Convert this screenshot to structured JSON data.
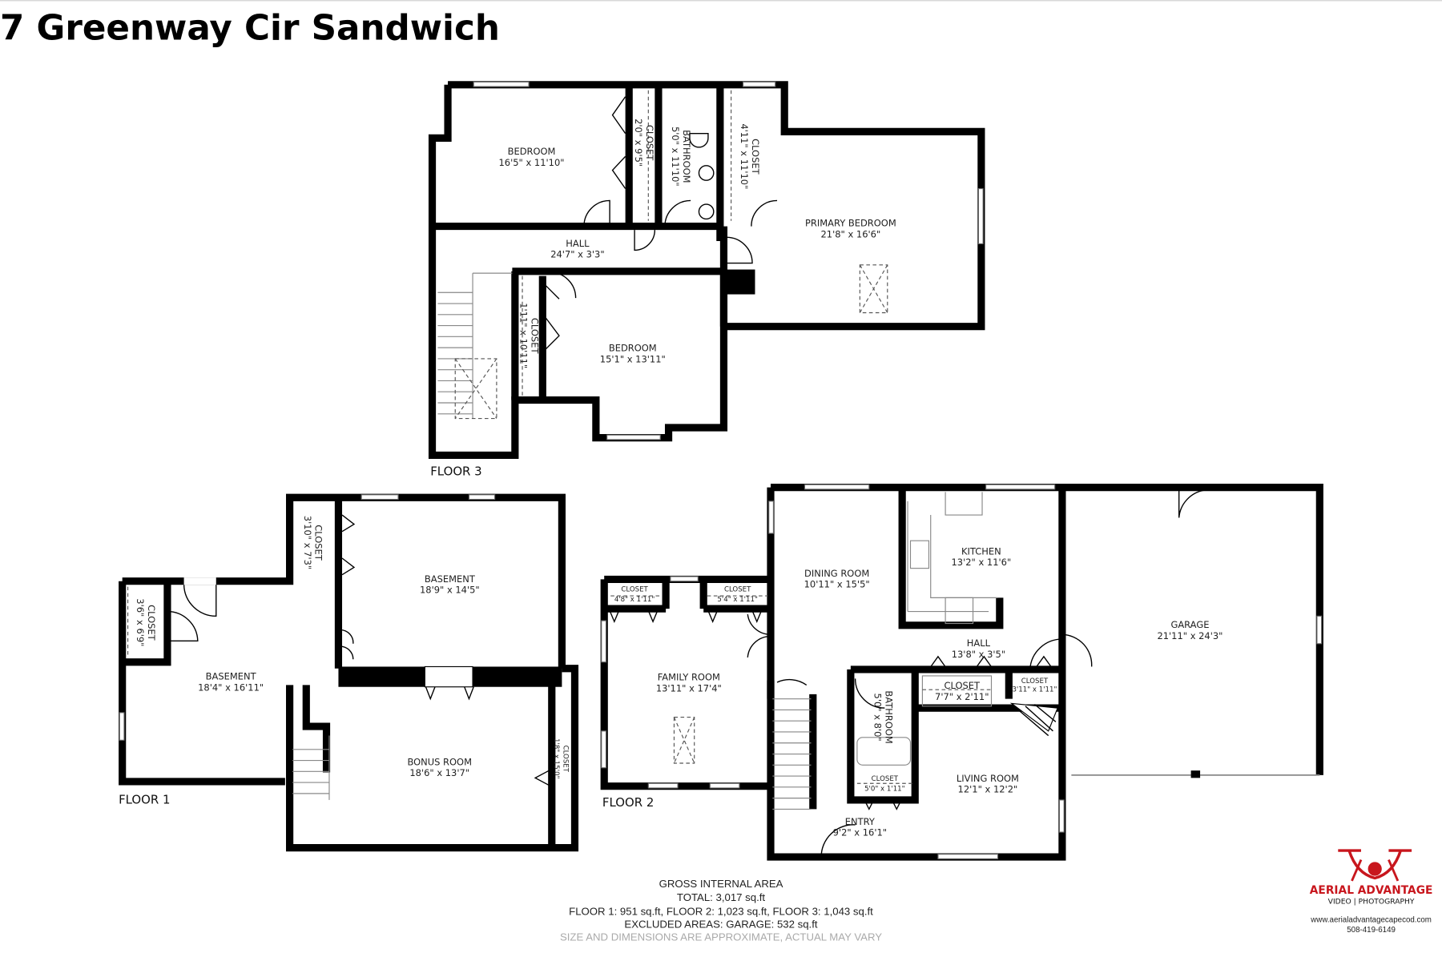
{
  "title": "7 Greenway Cir Sandwich",
  "floor3": {
    "label": "FLOOR 3",
    "rooms": [
      {
        "name": "BEDROOM",
        "dims": "16'5\" x 11'10\""
      },
      {
        "name": "CLOSET",
        "dims": "2'0\" x 9'5\""
      },
      {
        "name": "BATHROOM",
        "dims": "5'0\" x 11'10\""
      },
      {
        "name": "CLOSET",
        "dims": "4'11\" x 11'10\""
      },
      {
        "name": "HALL",
        "dims": "24'7\" x 3'3\""
      },
      {
        "name": "PRIMARY BEDROOM",
        "dims": "21'8\" x 16'6\""
      },
      {
        "name": "CLOSET",
        "dims": "1'11\" x 10'11\""
      },
      {
        "name": "BEDROOM",
        "dims": "15'1\" x 13'11\""
      }
    ]
  },
  "floor1": {
    "label": "FLOOR 1",
    "rooms": [
      {
        "name": "CLOSET",
        "dims": "3'10\" x 7'3\""
      },
      {
        "name": "BASEMENT",
        "dims": "18'9\" x 14'5\""
      },
      {
        "name": "CLOSET",
        "dims": "3'6\" x 6'9\""
      },
      {
        "name": "BASEMENT",
        "dims": "18'4\" x 16'11\""
      },
      {
        "name": "BONUS ROOM",
        "dims": "18'6\" x 13'7\""
      },
      {
        "name": "CLOSET",
        "dims": "1'8\" x 15'0\""
      }
    ]
  },
  "floor2": {
    "label": "FLOOR 2",
    "rooms": [
      {
        "name": "CLOSET",
        "dims": "4'8\" x 1'11\""
      },
      {
        "name": "CLOSET",
        "dims": "5'4\" x 1'11\""
      },
      {
        "name": "FAMILY ROOM",
        "dims": "13'11\" x 17'4\""
      },
      {
        "name": "DINING ROOM",
        "dims": "10'11\" x 15'5\""
      },
      {
        "name": "KITCHEN",
        "dims": "13'2\" x 11'6\""
      },
      {
        "name": "HALL",
        "dims": "13'8\" x 3'5\""
      },
      {
        "name": "GARAGE",
        "dims": "21'11\" x 24'3\""
      },
      {
        "name": "CLOSET",
        "dims": "7'7\" x 2'11\""
      },
      {
        "name": "CLOSET",
        "dims": "3'11\" x 1'11\""
      },
      {
        "name": "BATHROOM",
        "dims": "5'0\" x 8'0\""
      },
      {
        "name": "CLOSET",
        "dims": "5'0\" x 1'11\""
      },
      {
        "name": "LIVING ROOM",
        "dims": "12'1\" x 12'2\""
      },
      {
        "name": "ENTRY",
        "dims": "9'2\" x 16'1\""
      }
    ]
  },
  "footer": {
    "heading": "GROSS INTERNAL AREA",
    "total": "TOTAL: 3,017 sq.ft",
    "floors": "FLOOR 1: 951 sq.ft, FLOOR 2: 1,023 sq.ft, FLOOR 3: 1,043 sq.ft",
    "excluded": "EXCLUDED AREAS: GARAGE: 532 sq.ft",
    "disclaimer": "SIZE AND DIMENSIONS ARE APPROXIMATE, ACTUAL MAY VARY"
  },
  "logo": {
    "name": "AERIAL ADVANTAGE",
    "tagline": "VIDEO | PHOTOGRAPHY",
    "website": "www.aerialadvantagecapecod.com",
    "phone": "508-419-6149",
    "brand_color": "#c8161d",
    "icon": "drone-icon"
  }
}
